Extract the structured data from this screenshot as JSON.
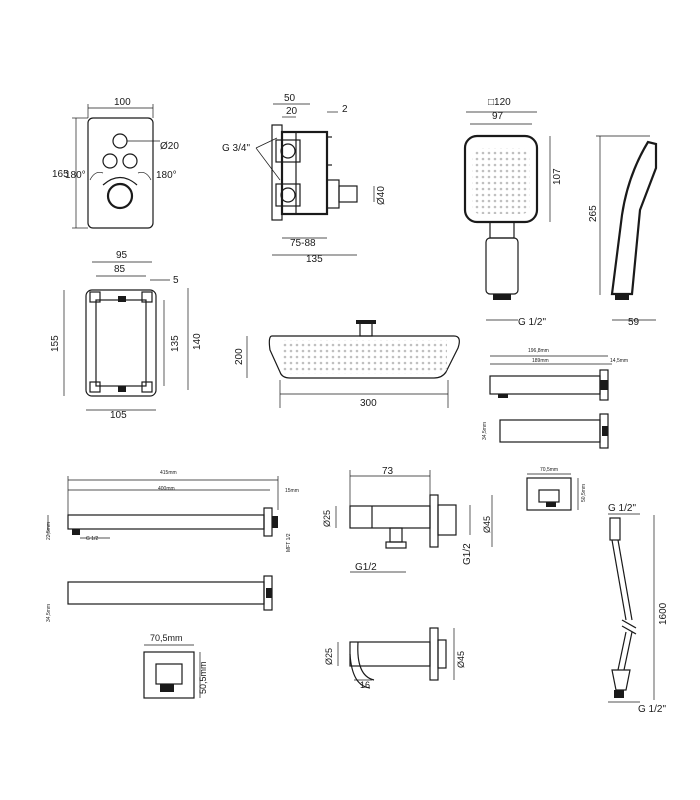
{
  "labels": {
    "d100": "100",
    "d165": "165",
    "d20": "Ø20",
    "d180l": "180°",
    "d180r": "180°",
    "d50": "50",
    "d20b": "20",
    "d2": "2",
    "g34": "G 3/4\"",
    "d40": "Ø40",
    "d7588": "75-88",
    "d135": "135",
    "d120": "□120",
    "d97": "97",
    "d107": "107",
    "d265": "265",
    "g12a": "G 1/2\"",
    "d59": "59",
    "d95": "95",
    "d85": "85",
    "d5": "5",
    "d155": "155",
    "d135b": "135",
    "d140": "140",
    "d105": "105",
    "d200": "200",
    "d300": "300",
    "mm1968": "196,8mm",
    "mm189": "189mm",
    "mm145": "14,5mm",
    "mm345a": "34,5mm",
    "mm415": "415mm",
    "mm400": "400mm",
    "mm15": "15mm",
    "mm225": "22,5mm",
    "g12b": "G 1/2",
    "mft": "MFT 1/2",
    "mm345b": "34,5mm",
    "d73": "73",
    "d25a": "Ø25",
    "d45a": "Ø45",
    "g12c": "G1/2",
    "g12d": "G1/2",
    "mm705a": "70,5mm",
    "mm505a": "50,5mm",
    "g12e": "G 1/2\"",
    "d1600": "1600",
    "g12f": "G 1/2\"",
    "mm705b": "70,5mm",
    "mm505b": "50,5mm",
    "d25b": "Ø25",
    "d45b": "Ø45",
    "d16": "16"
  }
}
